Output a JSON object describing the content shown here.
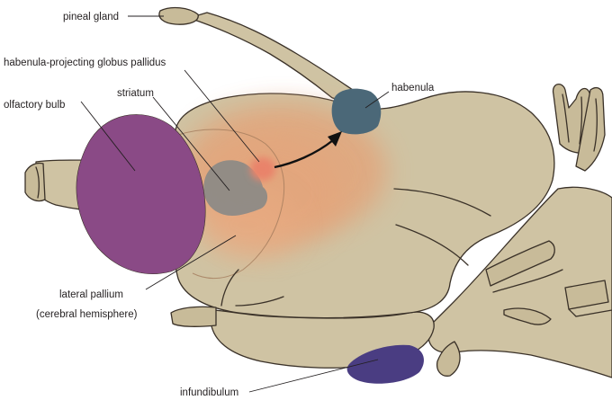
{
  "labels": {
    "pineal_gland": "pineal gland",
    "habenula_projecting_gp": "habenula-projecting globus pallidus",
    "striatum": "striatum",
    "olfactory_bulb": "olfactory bulb",
    "habenula": "habenula",
    "lateral_pallium_line1": "lateral pallium",
    "lateral_pallium_line2": "(cerebral hemisphere)",
    "infundibulum": "infundibulum"
  },
  "colors": {
    "brain_tan": "#cfc3a3",
    "outline": "#3a3128",
    "olfactory_bulb": "#8a4a86",
    "lateral_pallium": "#e2a57c",
    "striatum": "#8d8a86",
    "globus_pallidus": "#e9836a",
    "habenula": "#4b6878",
    "infundibulum": "#4a3d82",
    "arrow": "#111111"
  }
}
